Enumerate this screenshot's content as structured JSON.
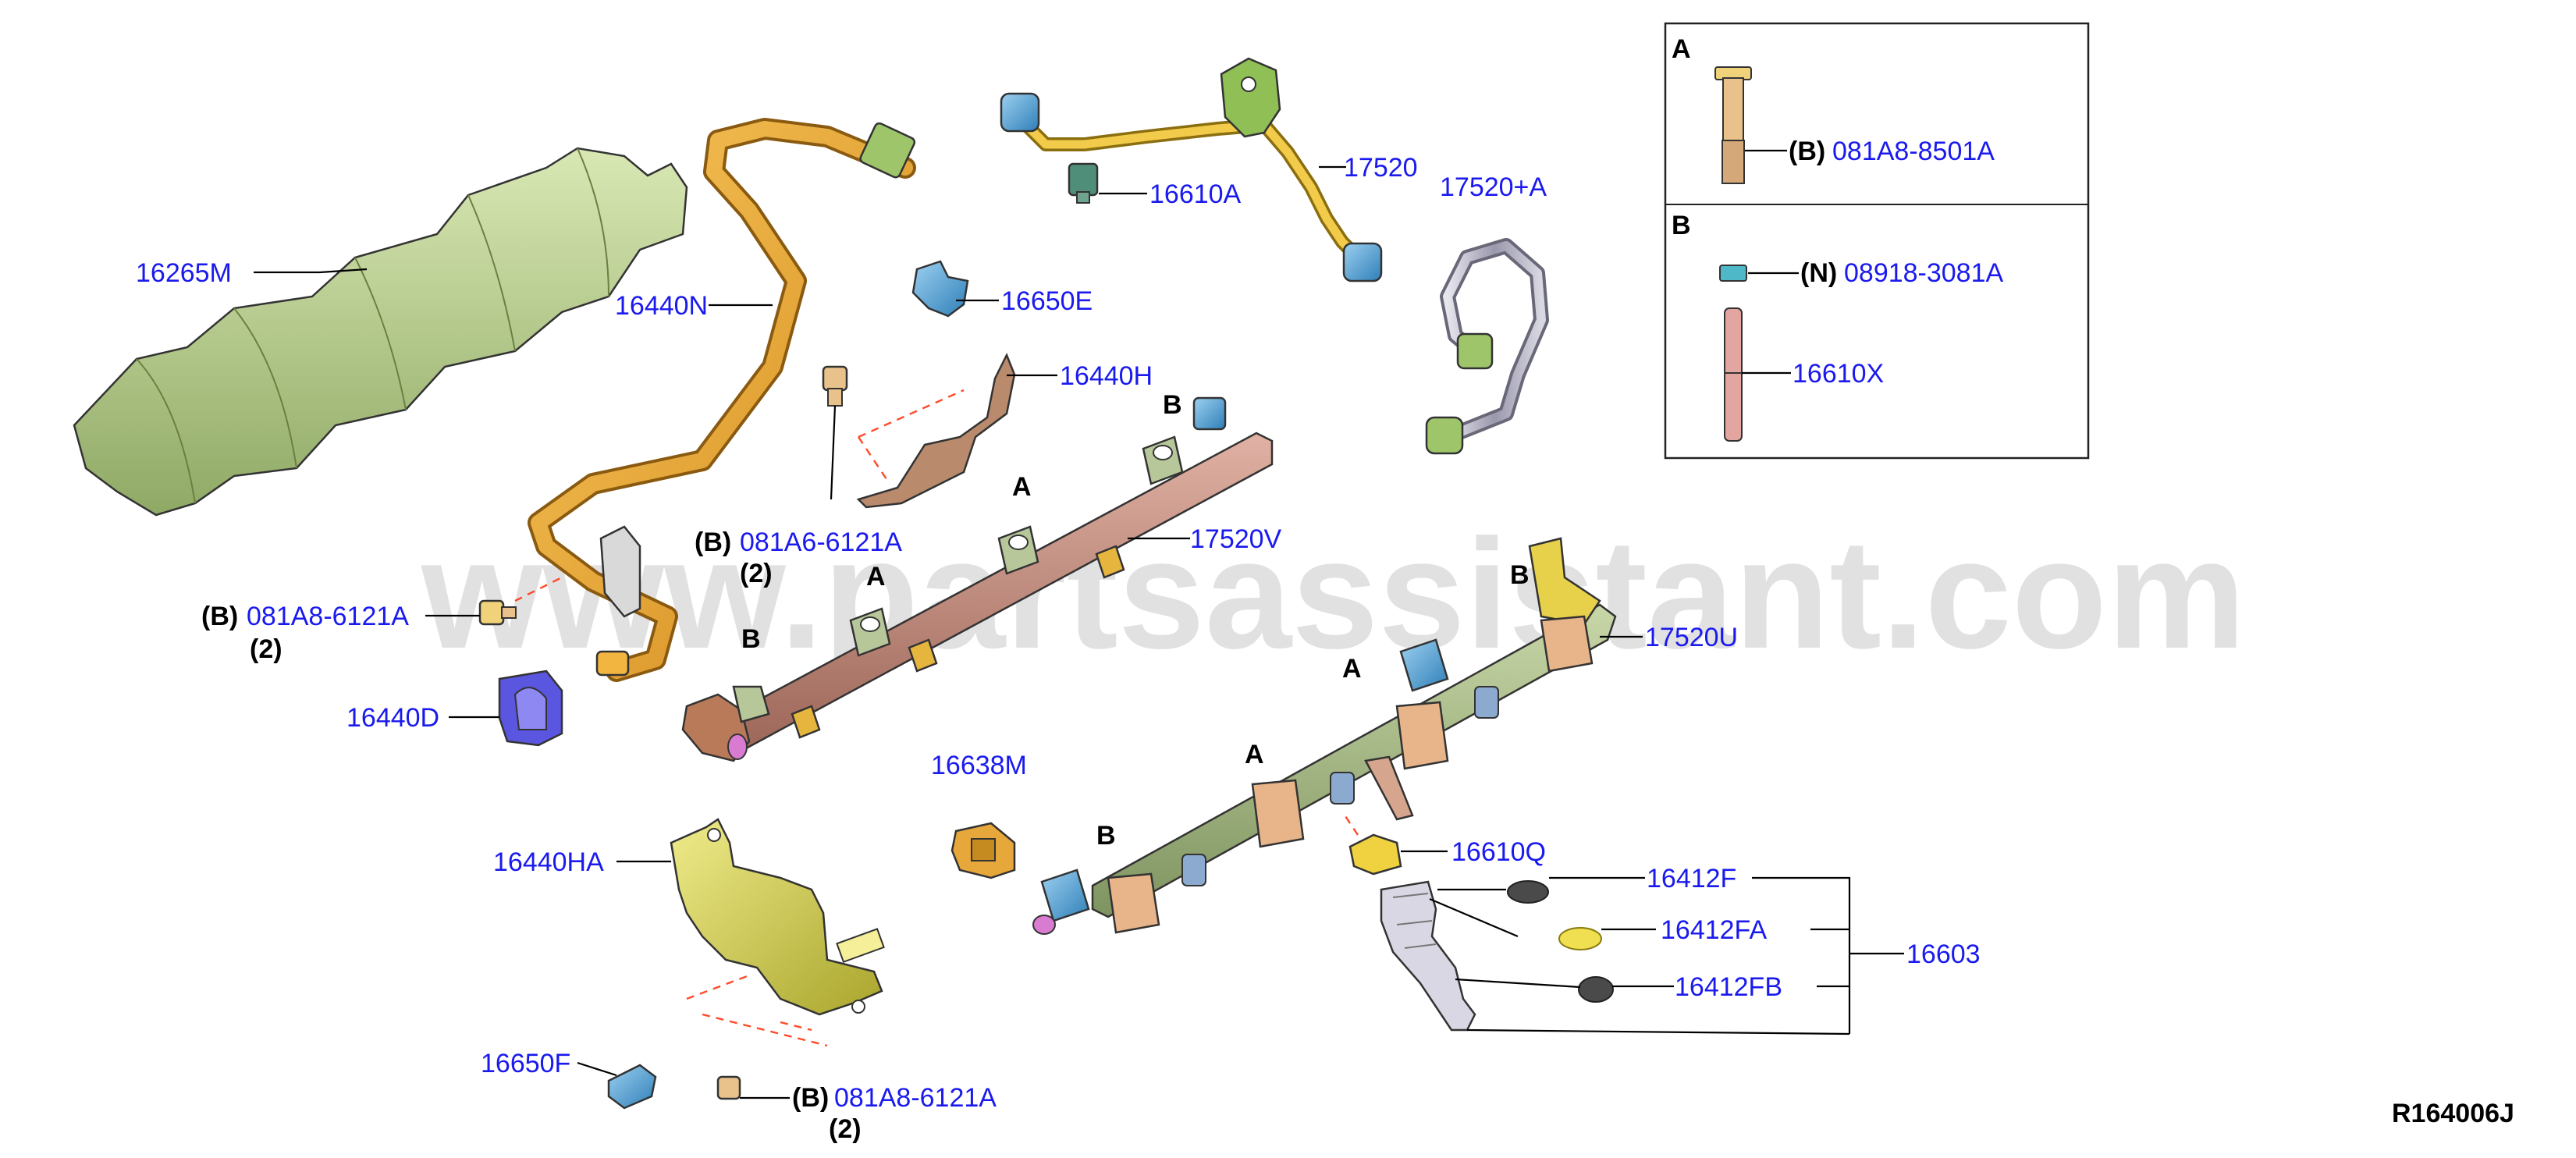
{
  "watermark": "www.partsassistant.com",
  "reference_code": "R164006J",
  "legend": {
    "box_a": {
      "title": "A",
      "prefix": "(B)",
      "part": "081A8-8501A"
    },
    "box_b": {
      "title": "B",
      "prefix_n": "(N)",
      "part_n": "08918-3081A",
      "part_x": "16610X"
    }
  },
  "labels": {
    "p16265M": "16265M",
    "p16440N": "16440N",
    "p16610A": "16610A",
    "p17520": "17520",
    "p17520A": "17520+A",
    "p16650E": "16650E",
    "p16440H": "16440H",
    "p081A6": "081A6-6121A",
    "p081A6_prefix": "(B)",
    "p081A6_qty": "(2)",
    "p17520V": "17520V",
    "p081A8_left": "081A8-6121A",
    "p081A8_left_prefix": "(B)",
    "p081A8_left_qty": "(2)",
    "p16440D": "16440D",
    "p17520U": "17520U",
    "p16638M": "16638M",
    "p16610Q": "16610Q",
    "p16440HA": "16440HA",
    "p16412F": "16412F",
    "p16412FA": "16412FA",
    "p16412FB": "16412FB",
    "p16603": "16603",
    "p16650F": "16650F",
    "p081A8_bottom": "081A8-6121A",
    "p081A8_bottom_prefix": "(B)",
    "p081A8_bottom_qty": "(2)"
  },
  "markers": {
    "A": "A",
    "B": "B"
  }
}
